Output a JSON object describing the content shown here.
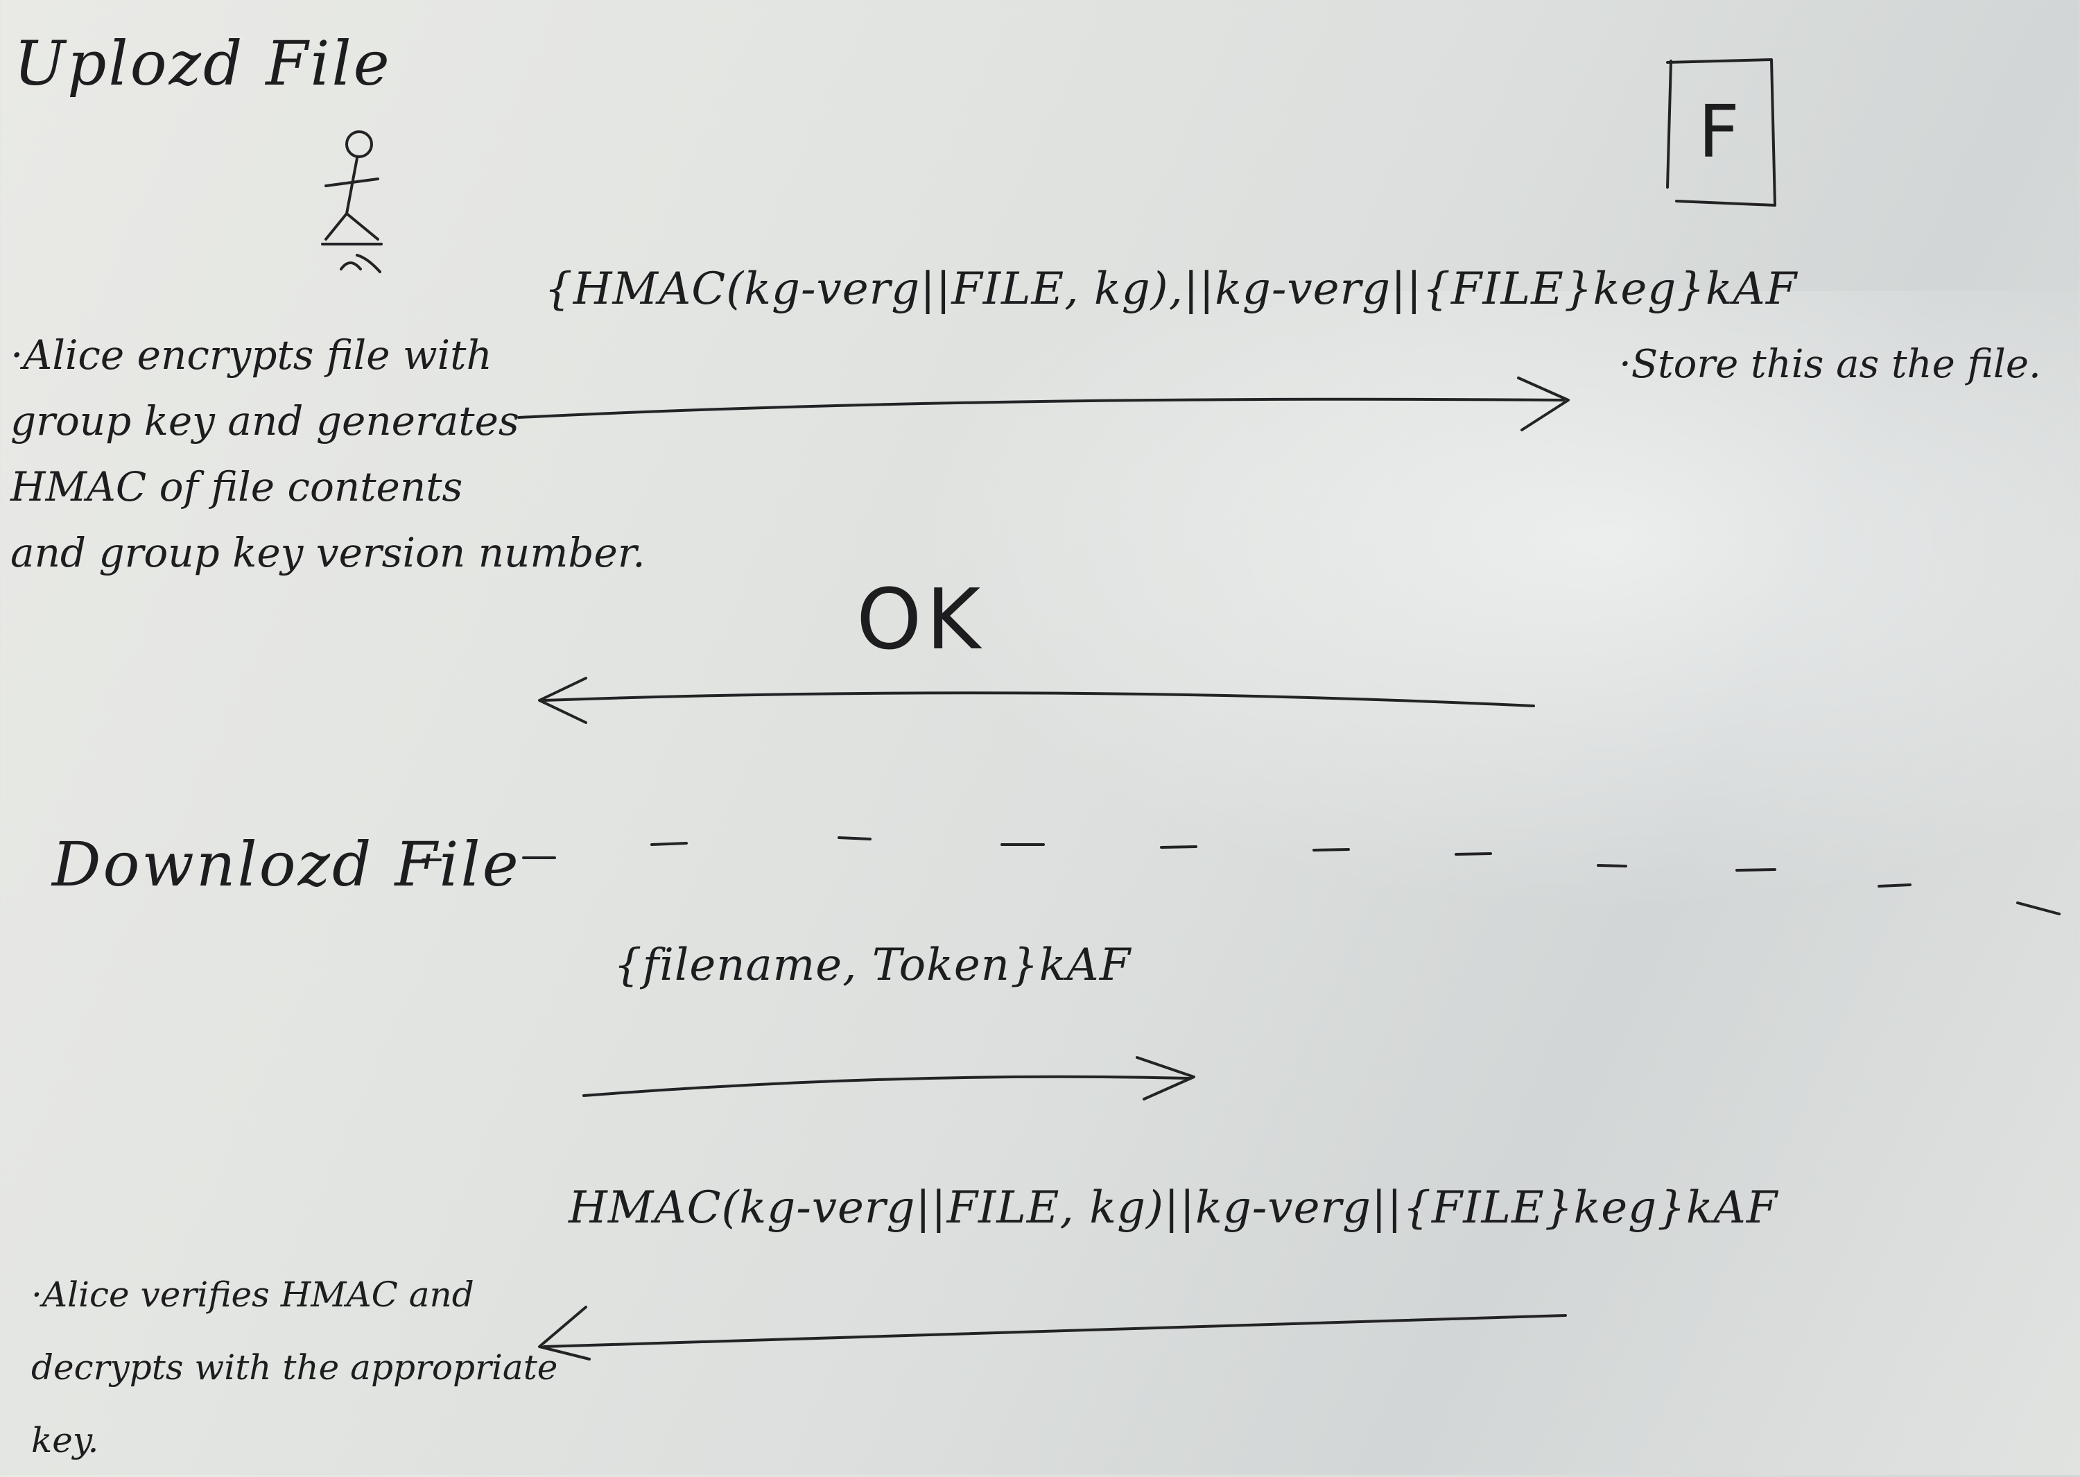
{
  "upload": {
    "heading": "Uplozd File",
    "request": "{HMAC(kg-verg||FILE, kg),||kg-verg||{FILE}keg}kAF",
    "client_note": "·Alice encrypts file with\ngroup key and generates\nHMAC of file contents\nand group key version number.",
    "server_note": "·Store this as the file.",
    "response": "OK"
  },
  "download": {
    "heading": "Downlozd File",
    "request": "{filename, Token}kAF",
    "response": "HMAC(kg-verg||FILE, kg)||kg-verg||{FILE}keg}kAF",
    "client_note": "·Alice verifies HMAC and\ndecrypts with the appropriate\nkey."
  },
  "file_server": {
    "label": "F"
  },
  "icons": [
    "stick-figure-icon",
    "file-icon",
    "arrow-right-icon",
    "arrow-left-icon"
  ]
}
